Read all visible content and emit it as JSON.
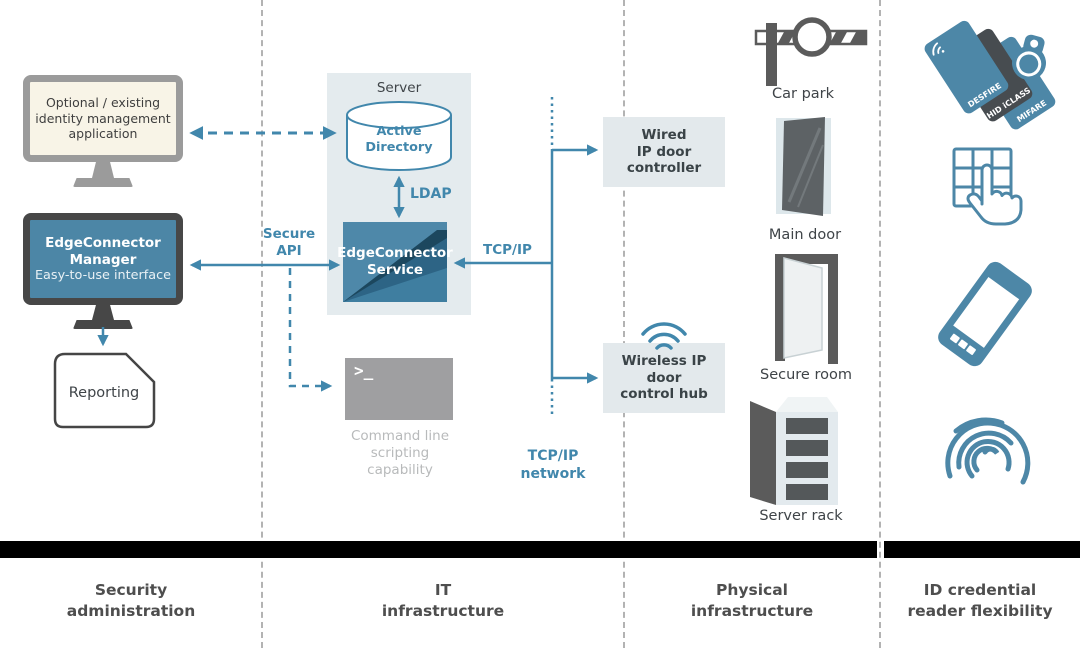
{
  "columns": {
    "security_administration": "Security\nadministration",
    "it_infrastructure": "IT\ninfrastructure",
    "physical_infrastructure": "Physical\ninfrastructure",
    "id_credential": "ID credential\nreader flexibility"
  },
  "security": {
    "identity_app": "Optional / existing\nidentity management\napplication",
    "manager_title": "EdgeConnector\nManager",
    "manager_subtitle": "Easy-to-use interface",
    "reporting": "Reporting"
  },
  "it": {
    "server_label": "Server",
    "active_directory": "Active\nDirectory",
    "edgeconnector_service": "EdgeConnector\nService",
    "terminal_prompt": ">_",
    "command_line": "Command line\nscripting\ncapability"
  },
  "labels": {
    "secure_api": "Secure\nAPI",
    "ldap": "LDAP",
    "tcpip": "TCP/IP",
    "tcpip_network": "TCP/IP\nnetwork"
  },
  "physical": {
    "wired_controller": "Wired\nIP door\ncontroller",
    "wireless_hub": "Wireless IP\ndoor\ncontrol hub",
    "car_park": "Car park",
    "main_door": "Main door",
    "secure_room": "Secure room",
    "server_rack": "Server rack"
  },
  "credentials": {
    "cards": [
      "DESFIRE",
      "HID iCLASS",
      "MIFARE"
    ]
  },
  "colors": {
    "accent_blue": "#4187ac",
    "steel_blue": "#4d87a7",
    "dark_gray": "#5b5b5b",
    "panel_bg": "#e4ebee",
    "beige_screen": "#f8f4e7"
  }
}
